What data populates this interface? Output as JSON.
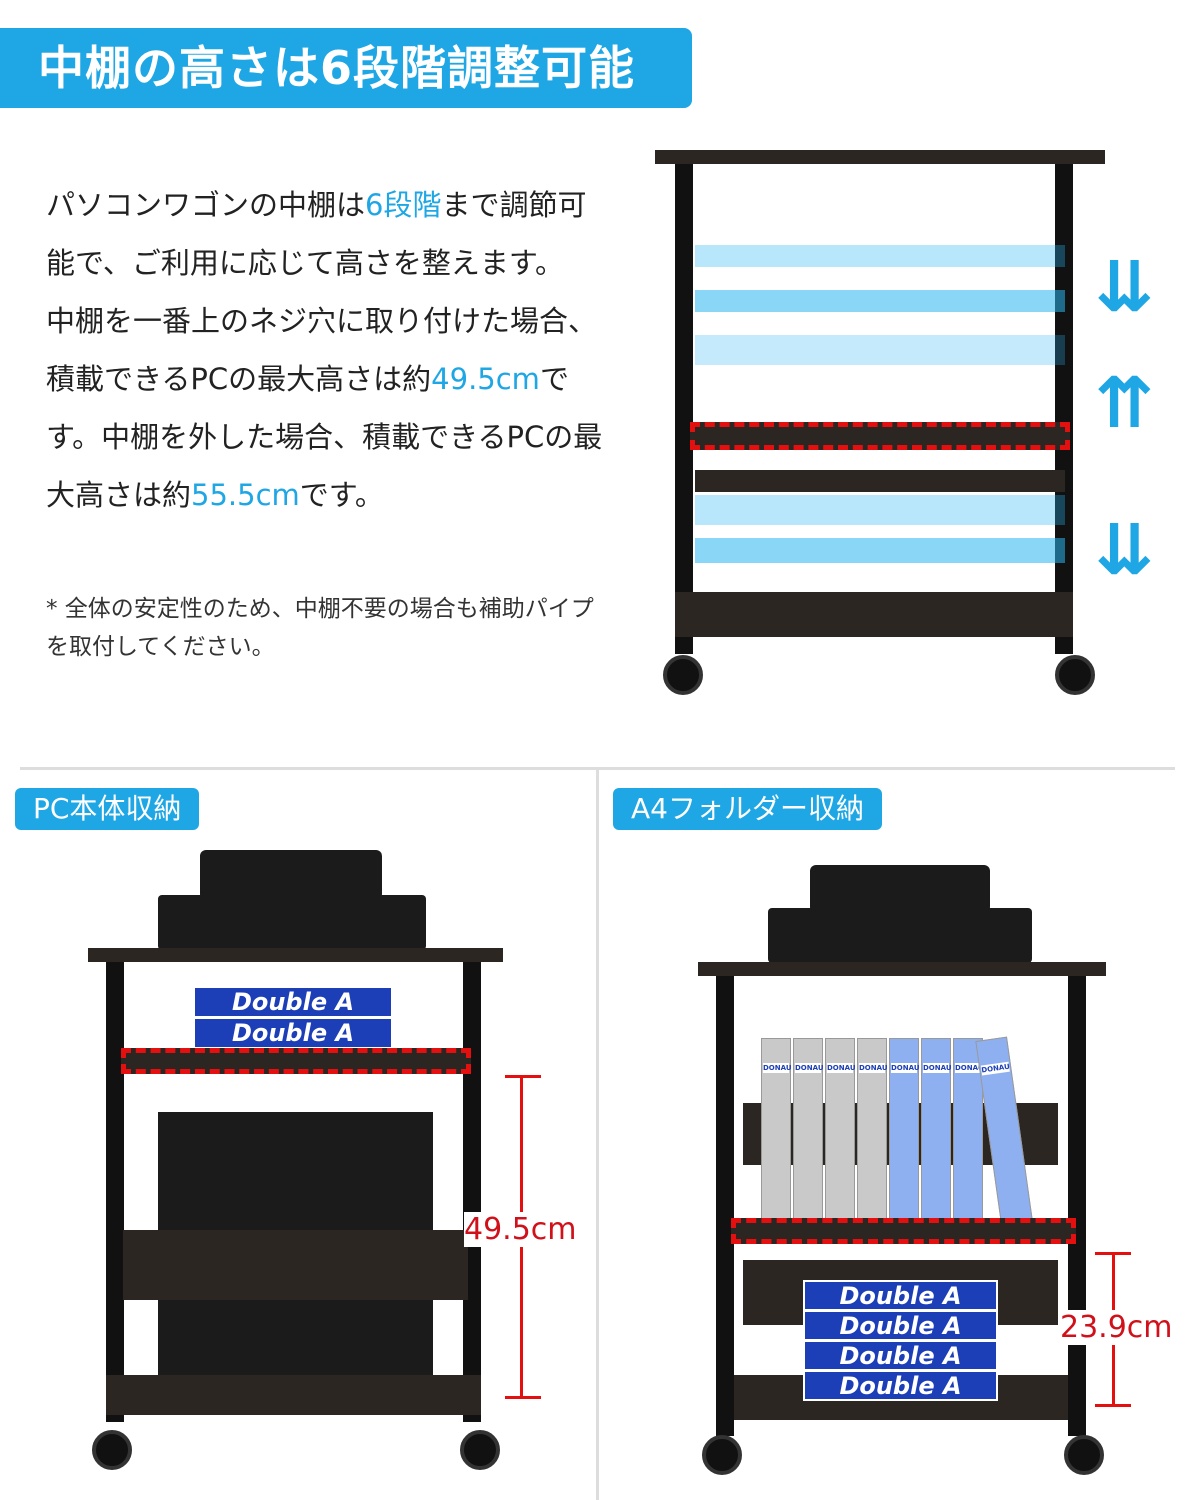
{
  "banner": {
    "title": "中棚の高さは6段階調整可能"
  },
  "description": {
    "p1_a": "パソコンワゴンの中棚は",
    "p1_hl": "6段階",
    "p1_b": "まで調節可能で、ご利用に応じて高さを整えます。",
    "p2_a": "中棚を一番上のネジ穴に取り付けた場合、積載できるPCの最大高さは約",
    "p2_hl1": "49.5cm",
    "p2_b": "です。中棚を外した場合、積載できるPCの最大高さは約",
    "p2_hl2": "55.5cm",
    "p2_c": "です。",
    "note": "* 全体の安定性のため、中棚不要の場合も補助パイプを取付してください。"
  },
  "panels": [
    {
      "label": "PC本体収納",
      "measurement": "49.5cm",
      "paper_brand": "Double A"
    },
    {
      "label": "A4フォルダー収納",
      "measurement": "23.9cm",
      "paper_brand": "Double A",
      "binder_brand": "DONAU"
    }
  ],
  "icons": {
    "arrows": [
      "arrow-down-icon",
      "arrow-up-icon",
      "arrow-down-icon"
    ]
  },
  "colors": {
    "accent": "#1ea7e4",
    "measure": "#e41010"
  }
}
